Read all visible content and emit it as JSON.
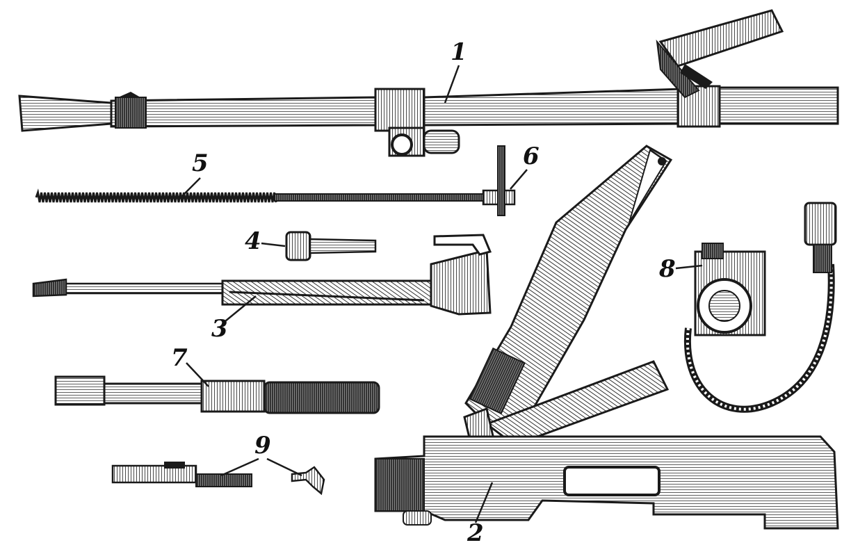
{
  "labels": {
    "part1": "1",
    "part2": "2",
    "part3": "3",
    "part4": "4",
    "part5": "5",
    "part6": "6",
    "part7": "7",
    "part8": "8",
    "part9": "9"
  },
  "colors": {
    "ink": "#1a1a1a",
    "paper": "#ffffff"
  }
}
